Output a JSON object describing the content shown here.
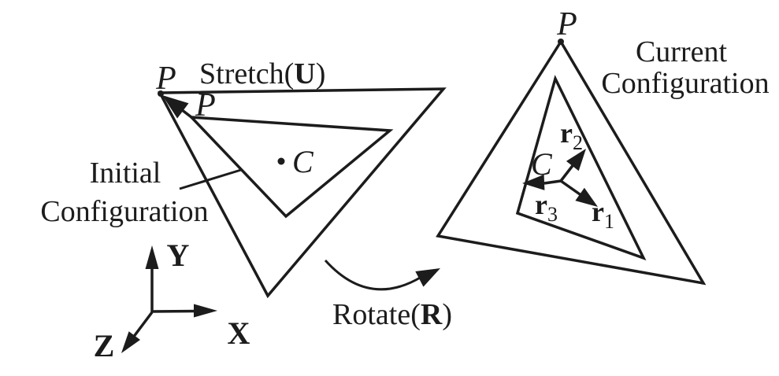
{
  "colors": {
    "ink": "#1c1c1c",
    "background": "#ffffff"
  },
  "left": {
    "stretched_point_label": "P",
    "initial_point_label": "P",
    "stretch_label_pre": "Stretch(",
    "stretch_label_tensor": "U",
    "stretch_label_post": ")",
    "centroid_label": "C",
    "caption_line1": "Initial",
    "caption_line2": "Configuration"
  },
  "axes": {
    "x_label": "X",
    "y_label": "Y",
    "z_label": "Z"
  },
  "rotate": {
    "label_pre": "Rotate(",
    "label_tensor": "R",
    "label_post": ")"
  },
  "right": {
    "point_label": "P",
    "caption_line1": "Current",
    "caption_line2": "Configuration",
    "centroid_label": "C",
    "vector1_base": "r",
    "vector1_sub": "1",
    "vector2_base": "r",
    "vector2_sub": "2",
    "vector3_base": "r",
    "vector3_sub": "3"
  }
}
